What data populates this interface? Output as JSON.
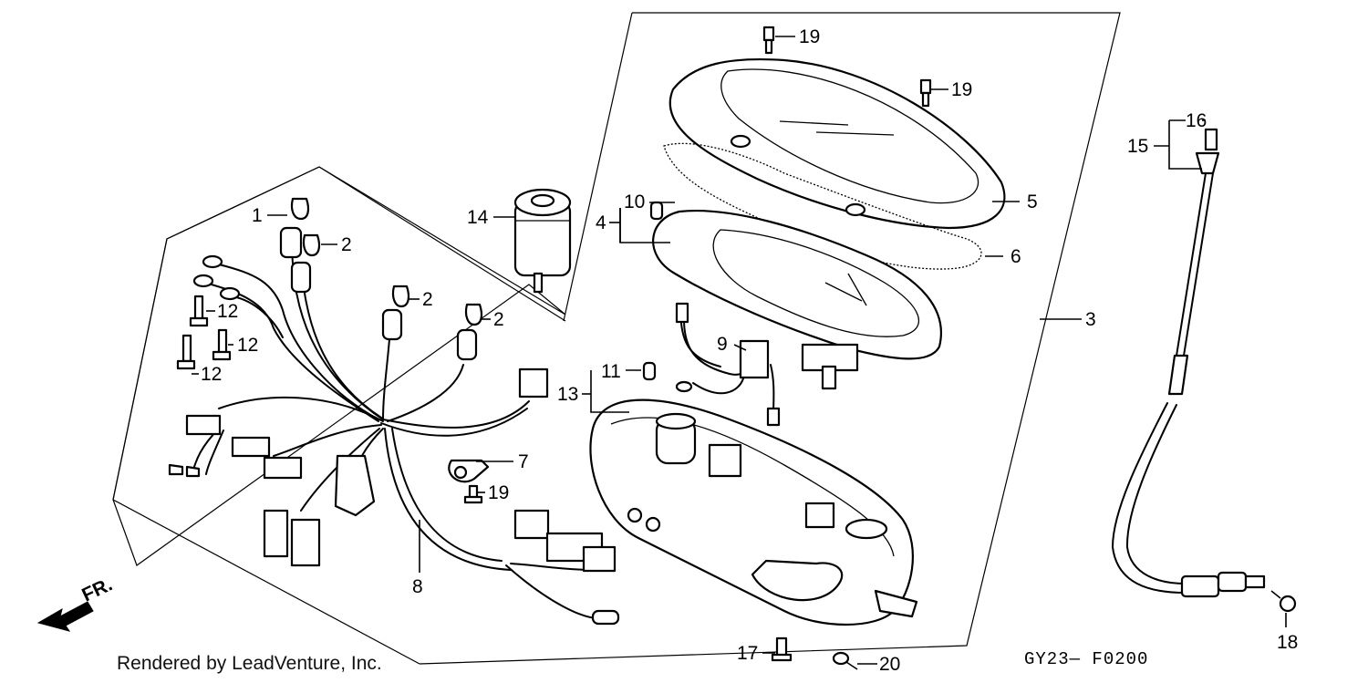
{
  "callouts": [
    {
      "id": "c1",
      "text": "1"
    },
    {
      "id": "c2a",
      "text": "2"
    },
    {
      "id": "c2b",
      "text": "2"
    },
    {
      "id": "c2c",
      "text": "2"
    },
    {
      "id": "c3",
      "text": "3"
    },
    {
      "id": "c4",
      "text": "4"
    },
    {
      "id": "c5",
      "text": "5"
    },
    {
      "id": "c6",
      "text": "6"
    },
    {
      "id": "c7",
      "text": "7"
    },
    {
      "id": "c8",
      "text": "8"
    },
    {
      "id": "c9",
      "text": "9"
    },
    {
      "id": "c10",
      "text": "10"
    },
    {
      "id": "c11",
      "text": "11"
    },
    {
      "id": "c12a",
      "text": "12"
    },
    {
      "id": "c12b",
      "text": "12"
    },
    {
      "id": "c12c",
      "text": "12"
    },
    {
      "id": "c13",
      "text": "13"
    },
    {
      "id": "c14",
      "text": "14"
    },
    {
      "id": "c15",
      "text": "15"
    },
    {
      "id": "c16",
      "text": "16"
    },
    {
      "id": "c17",
      "text": "17"
    },
    {
      "id": "c18",
      "text": "18"
    },
    {
      "id": "c19a",
      "text": "19"
    },
    {
      "id": "c19b",
      "text": "19"
    },
    {
      "id": "c19c",
      "text": "19"
    },
    {
      "id": "c20",
      "text": "20"
    }
  ],
  "direction_label": "FR.",
  "diagram_code": "GY23— F0200",
  "footer_text": "Rendered by LeadVenture, Inc."
}
